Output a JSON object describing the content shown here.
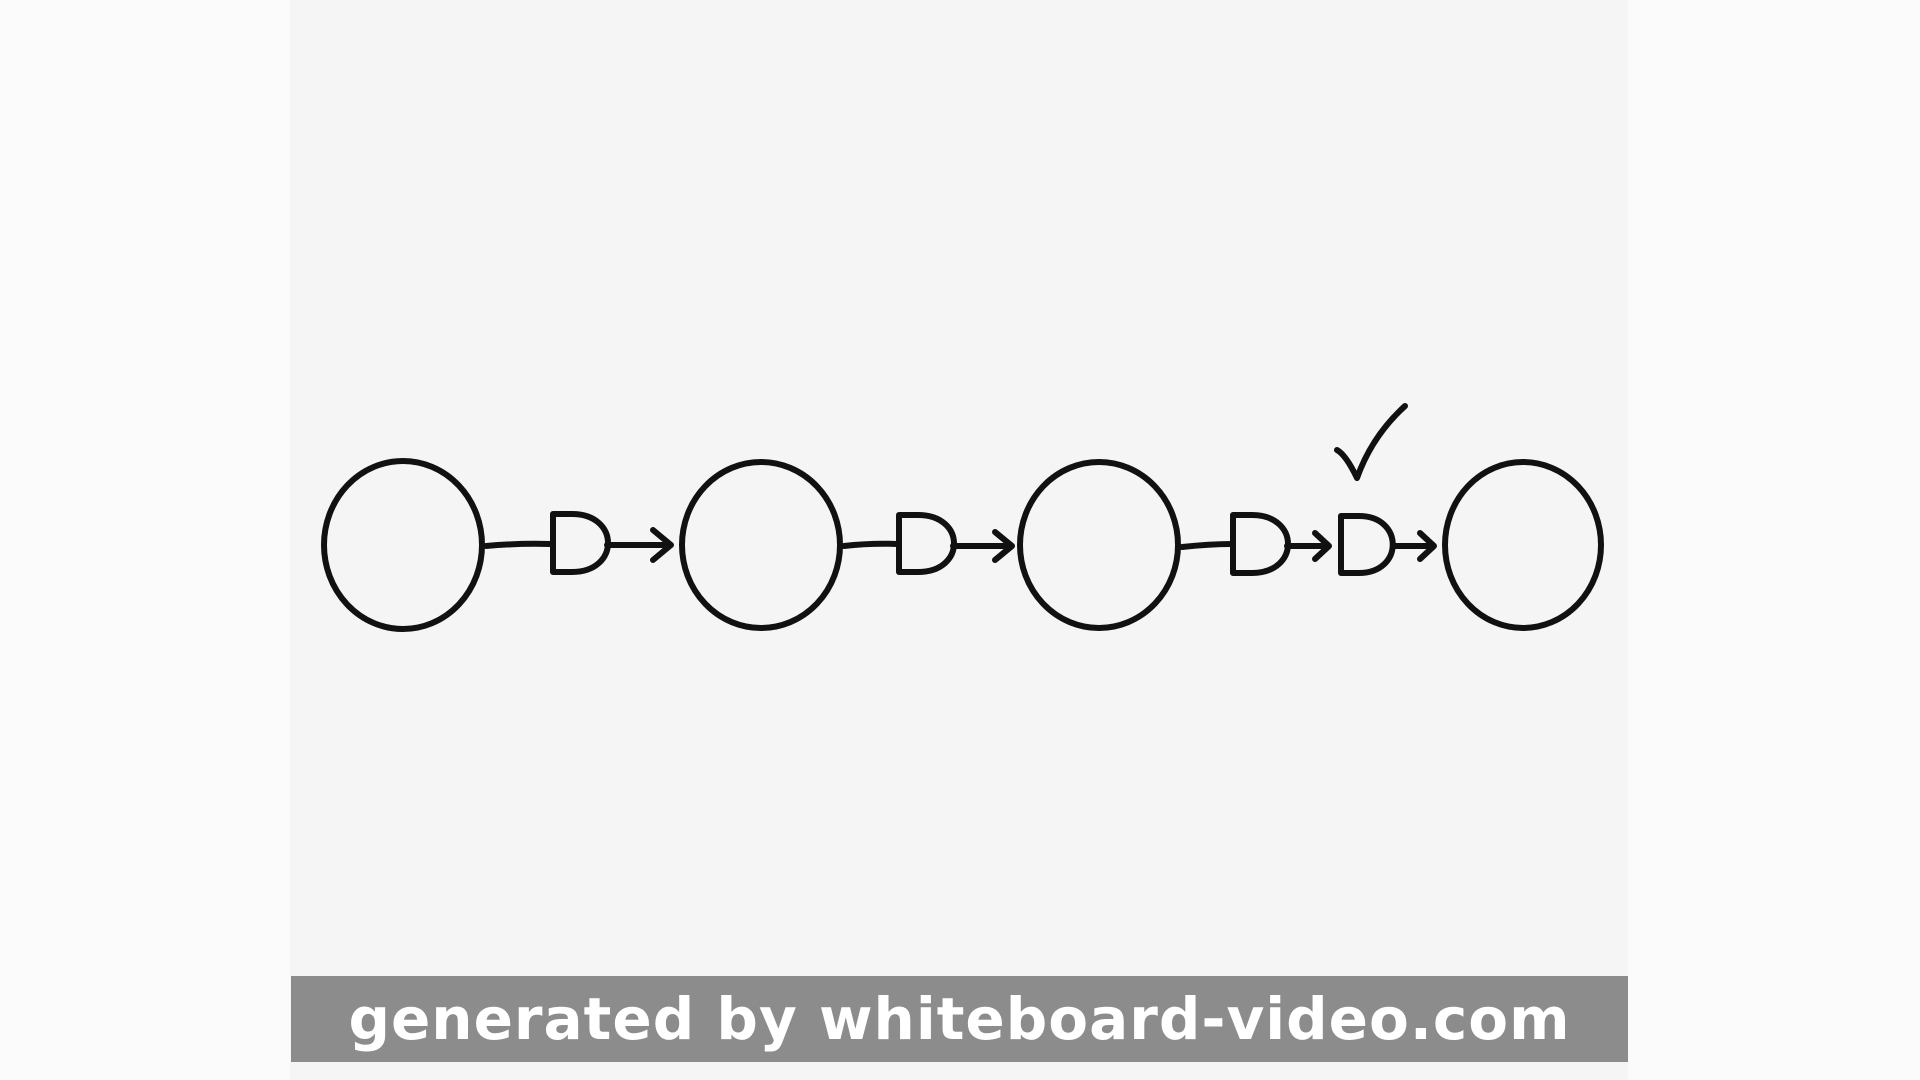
{
  "watermark": {
    "text": "generated by whiteboard-video.com"
  },
  "diagram": {
    "ink_color": "#111111",
    "nodes": [
      {
        "shape": "circle"
      },
      {
        "shape": "circle"
      },
      {
        "shape": "circle"
      },
      {
        "shape": "circle"
      }
    ],
    "gates": [
      {
        "icon": "and-gate-icon"
      },
      {
        "icon": "and-gate-icon"
      },
      {
        "icon": "and-gate-icon"
      },
      {
        "icon": "and-gate-icon",
        "checked": true
      }
    ],
    "extra_icons": [
      "checkmark-icon"
    ]
  }
}
